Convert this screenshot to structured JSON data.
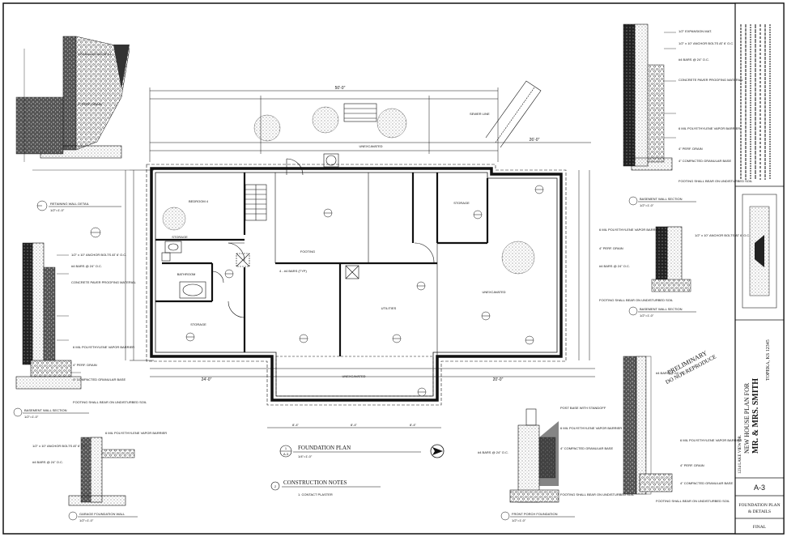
{
  "sheet": {
    "number": "A-3",
    "project_line1": "NEW HOUSE PLAN FOR",
    "project_line2": "MR. & MRS. SMITH",
    "location": "TOPEKA, KS 12345",
    "address": "1234 LAKE VIEW DR.",
    "sheet_title_line1": "FOUNDATION PLAN",
    "sheet_title_line2": "& DETAILS",
    "status": "FINAL"
  },
  "stamp": {
    "line1": "PRELIMINARY",
    "line2": "DO NOT REPRODUCE"
  },
  "main_plan": {
    "callout_number": "1",
    "callout_sheet": "A-3",
    "title": "FOUNDATION PLAN",
    "scale": "1/4\"=1'-0\"",
    "overall_width": "50'-0\"",
    "right_width": "26'-0\"",
    "bottom_left_dim": "24'-0\"",
    "bottom_right_dim": "20'-0\"",
    "porch_dims": [
      "8'-4\"",
      "8'-4\"",
      "8'-4\""
    ]
  },
  "rooms": [
    {
      "label": "BEDROOM 4"
    },
    {
      "label": "STORAGE"
    },
    {
      "label": "BATHROOM"
    },
    {
      "label": "STORAGE"
    },
    {
      "label": "UNEXCAVATED"
    },
    {
      "label": "STORAGE"
    },
    {
      "label": "UTILITIES"
    },
    {
      "label": "UNEXCAVATED"
    },
    {
      "label": "UNEXCAVATED"
    }
  ],
  "labels": {
    "sewer_line": "SEWER LINE",
    "footing": "FOOTING",
    "bars": "4 - #4 BARS (TYP)"
  },
  "details": [
    {
      "id": "retaining",
      "title": "RETAINING WALL DETAIL",
      "scale": "1/2\"=1'-0\""
    },
    {
      "id": "bsmt-left",
      "title": "BASEMENT WALL SECTION",
      "scale": "1/2\"=1'-0\""
    },
    {
      "id": "bsmt-right-top",
      "title": "BASEMENT WALL SECTION",
      "scale": "1/2\"=1'-0\""
    },
    {
      "id": "bsmt-right-mid",
      "title": "BASEMENT WALL SECTION",
      "scale": "1/2\"=1'-0\""
    },
    {
      "id": "garage",
      "title": "GARAGE FOUNDATION WALL",
      "scale": "1/2\"=1'-0\""
    },
    {
      "id": "porch",
      "title": "FRONT PORCH FOUNDATION",
      "scale": "1/2\"=1'-0\""
    }
  ],
  "construction_notes": {
    "callout": "2",
    "title": "CONSTRUCTION NOTES",
    "items": [
      "1. CONTACT PLASTER"
    ]
  },
  "detail_notes": {
    "gravel": "GRANULAR BACKFILL",
    "drain": "4\" PERF. DRAIN",
    "poly": "6 MIL POLYETHYLENE VAPOR BARRIER",
    "bars": "#4 BARS @ 24\" O.C.",
    "footing": "FOOTING SHALL BEAR ON UNDISTURBED SOIL",
    "anchor": "1/2\" x 10\" ANCHOR BOLTS AT 6' O.C.",
    "dampproof": "CONCRETE PAVER PROOFING MATERIAL",
    "compacted": "4\" COMPACTED GRANULAR BASE",
    "expansion": "1/2\" EXPANSION MAT.",
    "post_base": "POST BASE WITH STANDOFF"
  },
  "colors": {
    "ink": "#111111",
    "hatch": "#444444",
    "paper": "#ffffff"
  }
}
